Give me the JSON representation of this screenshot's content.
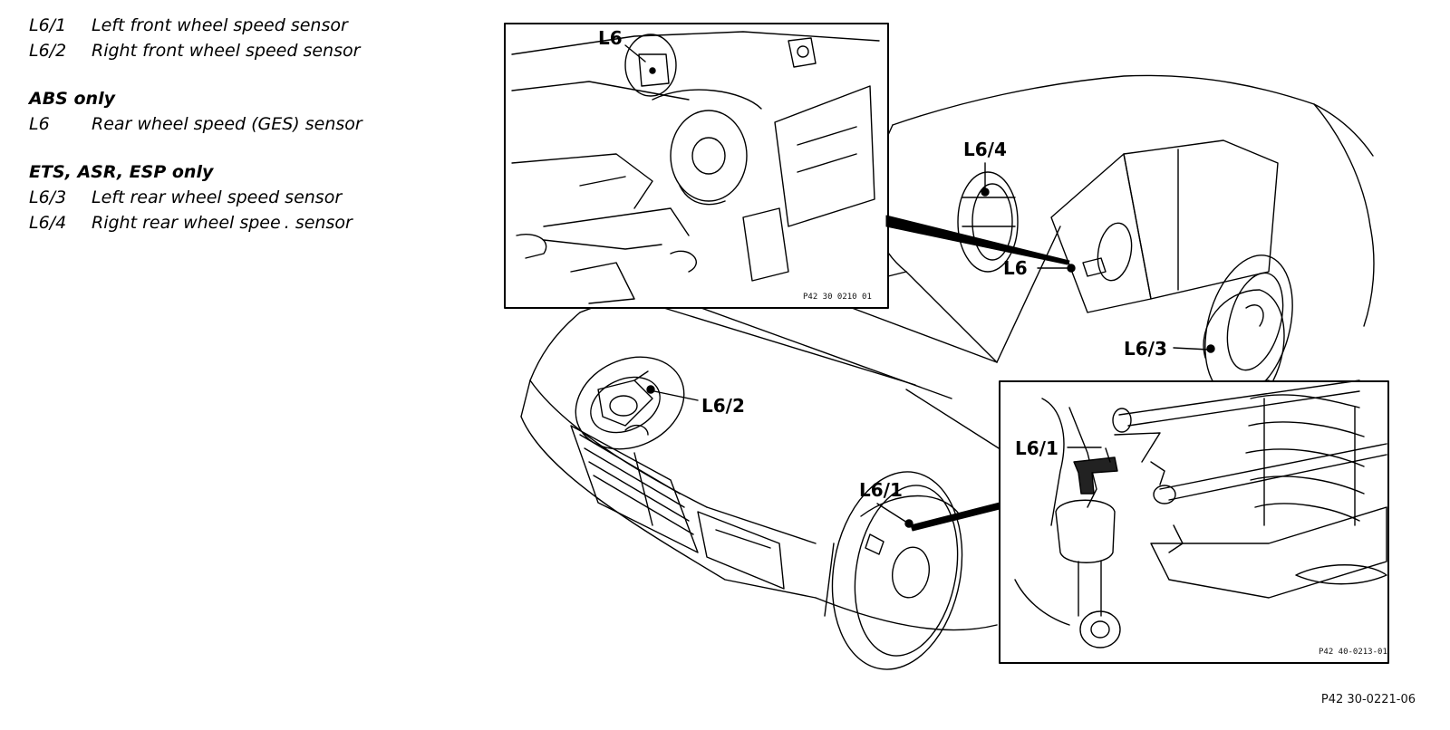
{
  "legend": {
    "groups": [
      {
        "heading": "",
        "items": [
          {
            "code": "L6/1",
            "desc": "Left front wheel speed sensor"
          },
          {
            "code": "L6/2",
            "desc": "Right front wheel speed sensor"
          }
        ]
      },
      {
        "heading": "ABS only",
        "items": [
          {
            "code": "L6",
            "desc": "Rear wheel speed (GES) sensor"
          }
        ]
      },
      {
        "heading": "ETS, ASR, ESP only",
        "items": [
          {
            "code": "L6/3",
            "desc": "Left rear wheel speed sensor"
          },
          {
            "code": "L6/4",
            "desc": "Right rear wheel spee ․ sensor"
          }
        ]
      }
    ]
  },
  "diagram": {
    "labels": {
      "l6_inset": "L6",
      "l6_car": "L6",
      "l6_4": "L6/4",
      "l6_3": "L6/3",
      "l6_2": "L6/2",
      "l6_1_car": "L6/1",
      "l6_1_inset": "L6/1"
    },
    "inset_rear_ref": "P42 30 0210 01",
    "inset_front_ref": "P42 40-0213-01",
    "figure_ref": "P42 30-0221-06"
  }
}
